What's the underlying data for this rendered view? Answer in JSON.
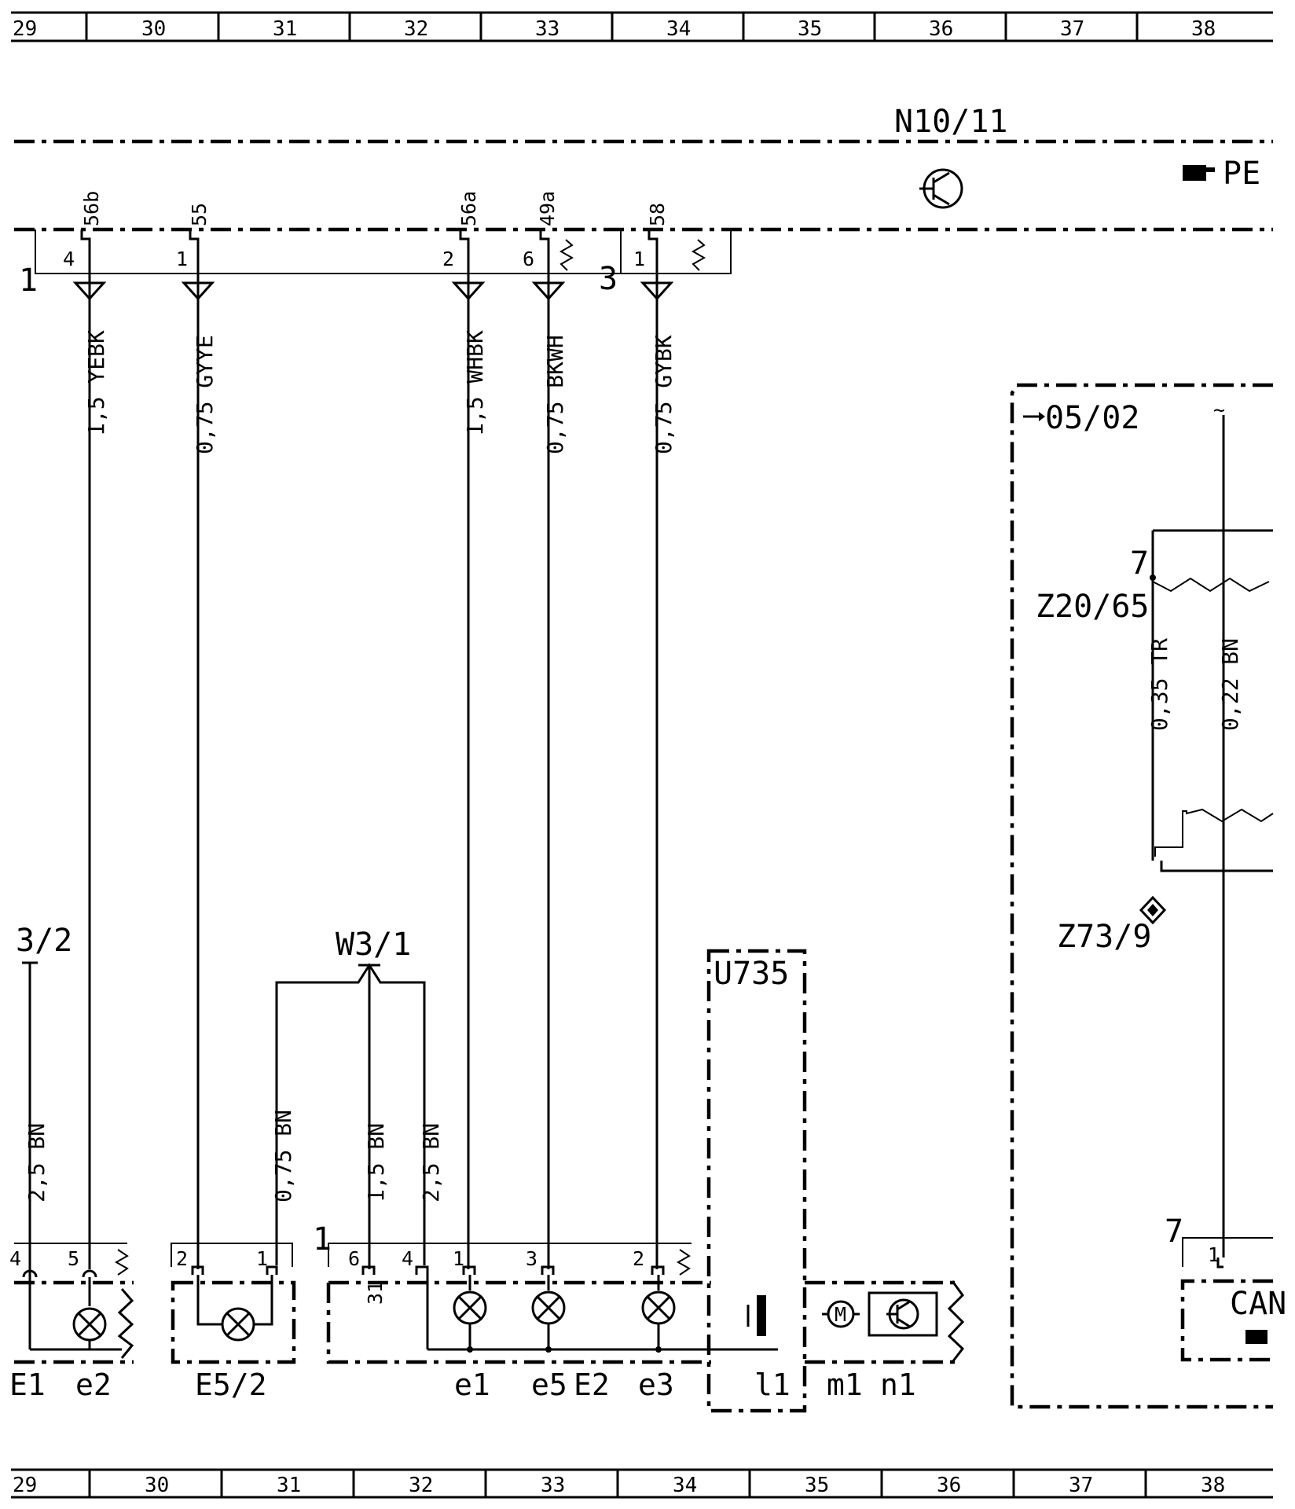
{
  "ruler": {
    "columns": [
      "29",
      "30",
      "31",
      "32",
      "33",
      "34",
      "35",
      "36",
      "37",
      "38"
    ]
  },
  "control_unit": {
    "label": "N10/11",
    "ref": "PE",
    "connector_1_label": "1",
    "connector_3_label": "3"
  },
  "top_pins": [
    {
      "terminal": "56b",
      "pin": "4",
      "wire": "1,5 YEBK"
    },
    {
      "terminal": "55",
      "pin": "1",
      "wire": "0,75 GYYE"
    },
    {
      "terminal": "56a",
      "pin": "2",
      "wire": "1,5 WHBK"
    },
    {
      "terminal": "49a",
      "pin": "6",
      "wire": "0,75 BKWH"
    },
    {
      "terminal": "58",
      "pin": "1",
      "wire": "0,75 GYBK"
    }
  ],
  "ground_labels": {
    "left": "3/2",
    "splice": "W3/1",
    "left_wire": "2,5 BN",
    "e52_wire": "0,75 BN",
    "splice_wire_a": "1,5 BN",
    "splice_wire_b": "2,5 BN"
  },
  "instrument_cluster": {
    "box_label": "05/02",
    "splice_1": "Z20/65",
    "splice_1_pin": "7",
    "splice_2": "Z73/9",
    "wire_1": "0,35 TR",
    "wire_2": "0,22 BN",
    "can_pin": "7",
    "can_sub_pin": "1",
    "can_label": "CAN"
  },
  "bottom_components": {
    "e1_left": "E1",
    "e2": "e2",
    "e52": "E5/2",
    "e1": "e1",
    "e5": "e5",
    "e2_big": "E2",
    "e3": "e3",
    "u735": "U735",
    "l1": "l1",
    "m1": "m1",
    "n1": "n1",
    "motor": "M"
  },
  "bottom_pins": {
    "e1_left_pin": "4",
    "e2_pin": "5",
    "e52_pin_a": "2",
    "e52_pin_b": "1",
    "e2_conn": "1",
    "e2_pin_6": "6",
    "e2_pin_31": "31",
    "e2_pin_4": "4",
    "e2_pin_1": "1",
    "e2_pin_3": "3",
    "e2_pin_2": "2"
  }
}
